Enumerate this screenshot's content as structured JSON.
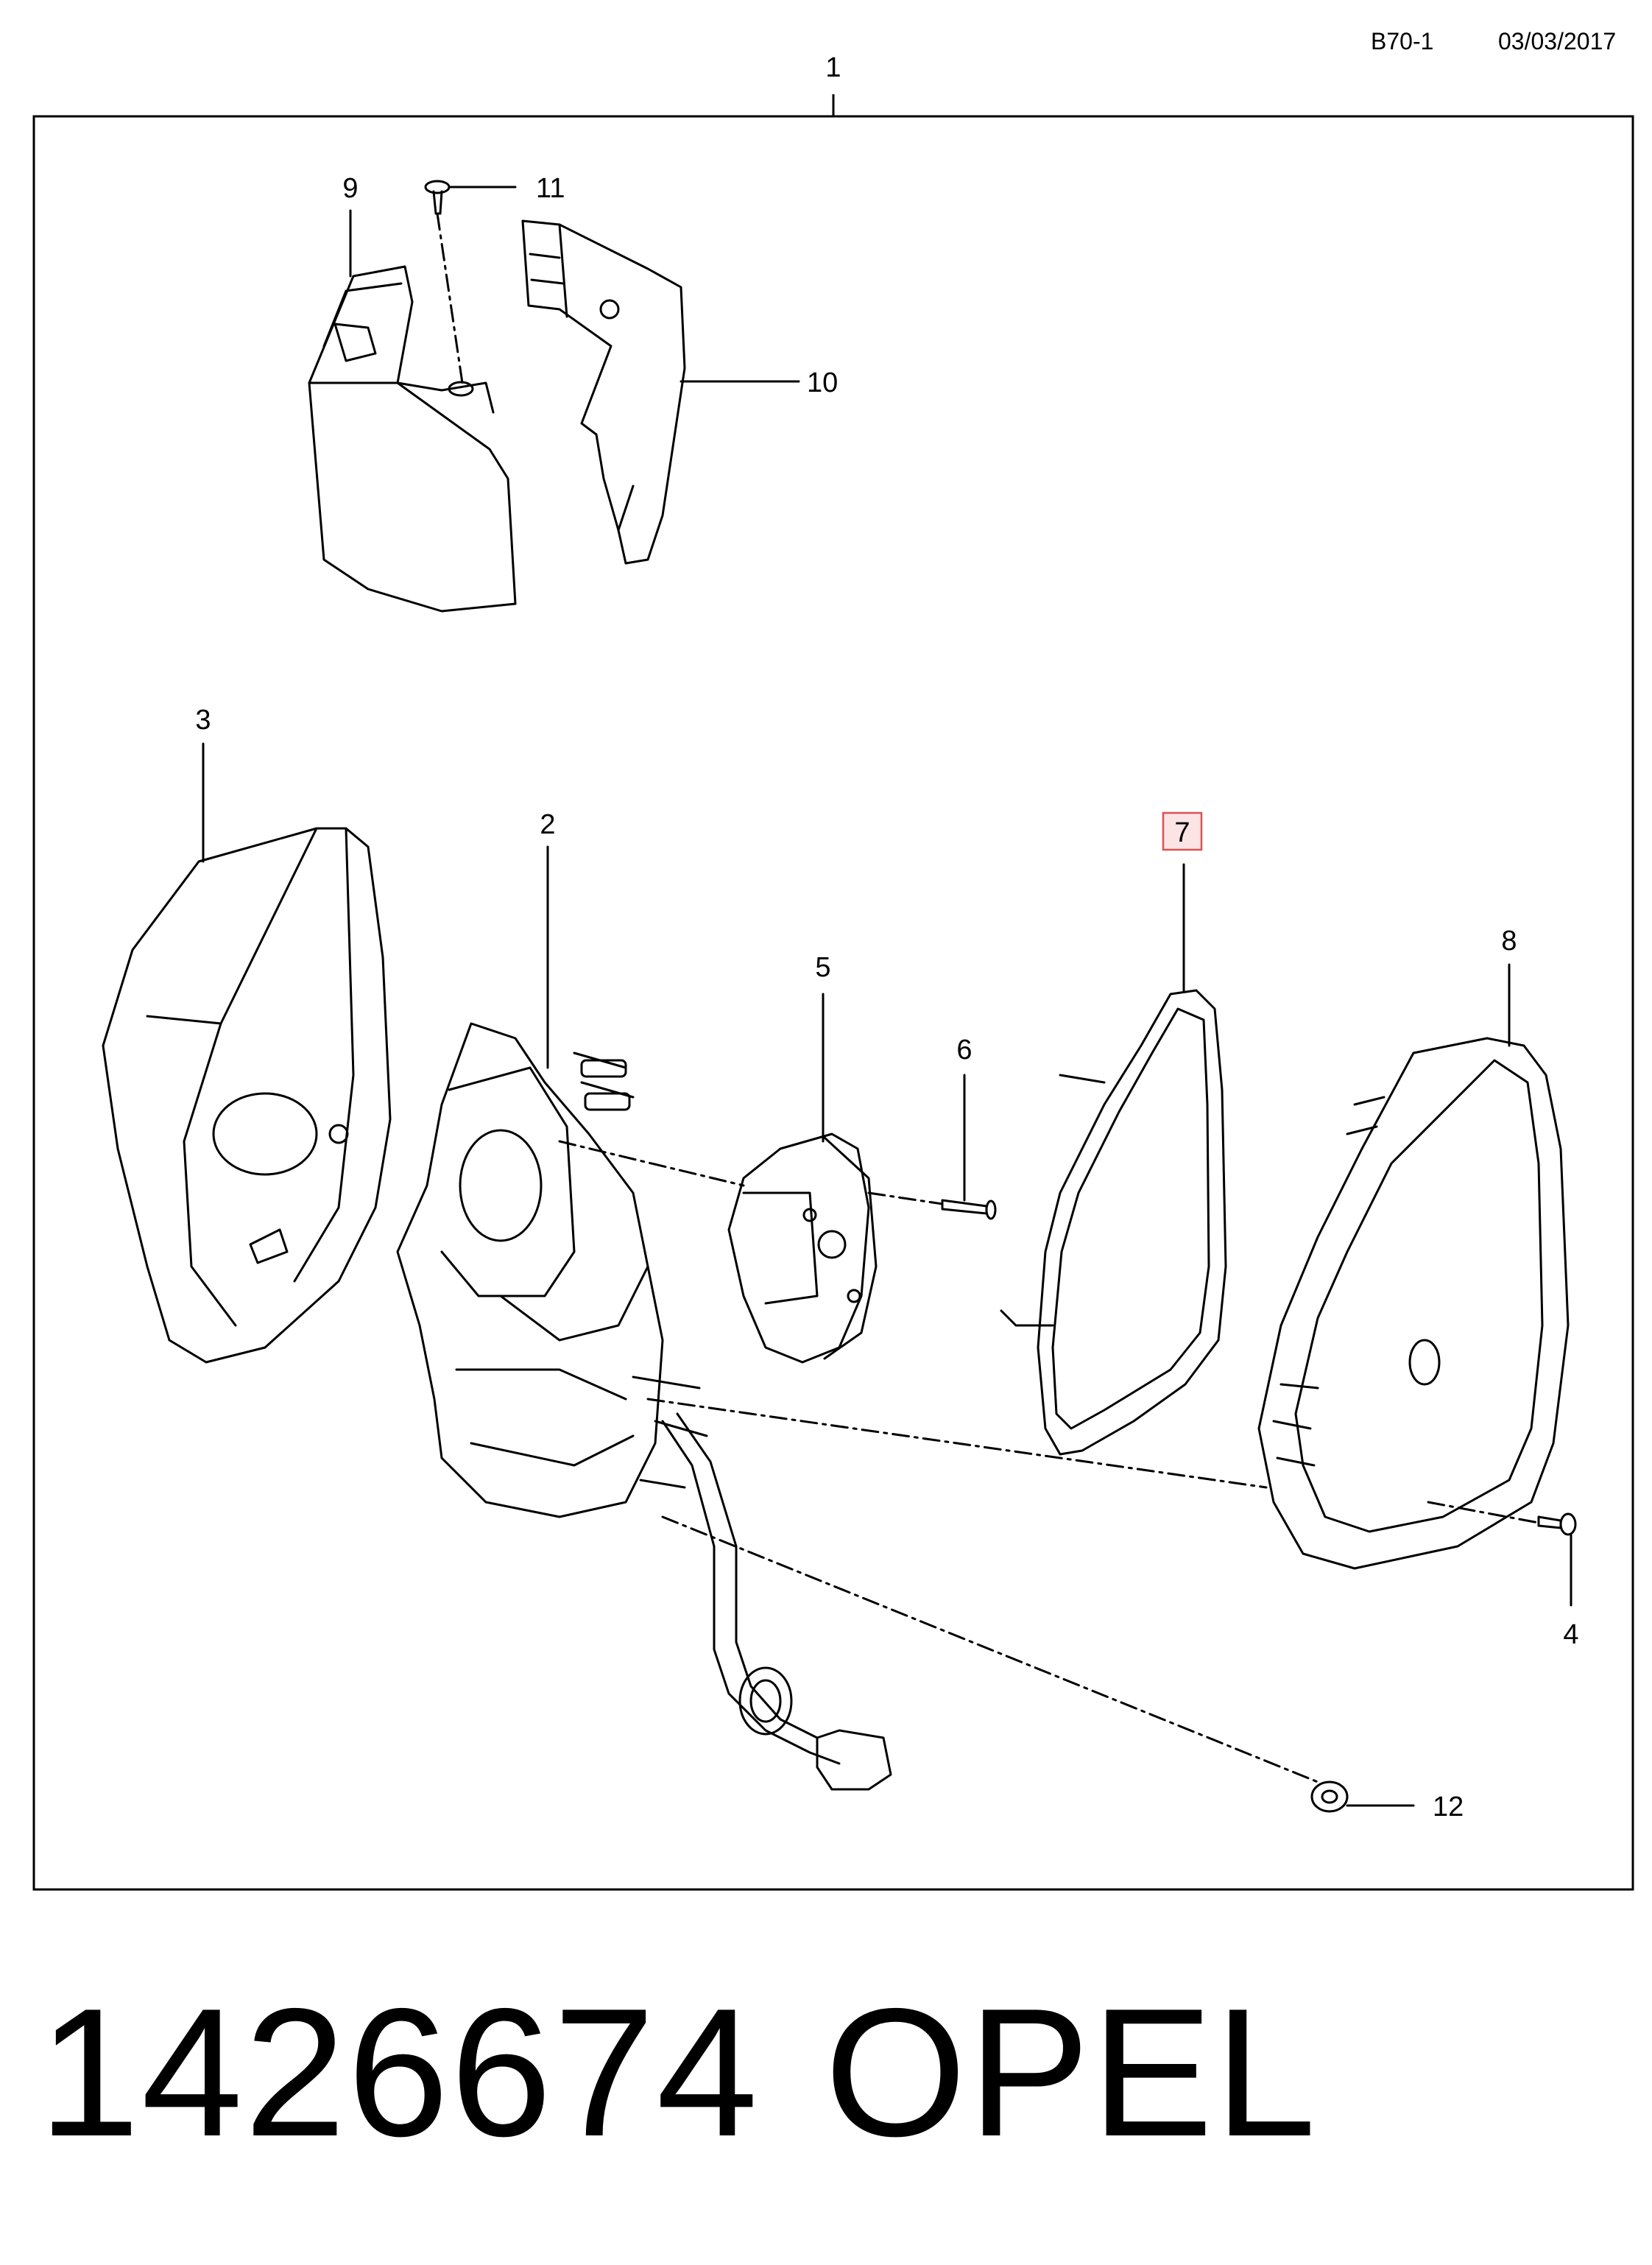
{
  "header": {
    "code": "B70-1",
    "date": "03/03/2017"
  },
  "diagram": {
    "callouts": {
      "c1": "1",
      "c2": "2",
      "c3": "3",
      "c4": "4",
      "c5": "5",
      "c6": "6",
      "c7": "7",
      "c8": "8",
      "c9": "9",
      "c10": "10",
      "c11": "11",
      "c12": "12"
    },
    "highlighted_callout": "7",
    "colors": {
      "line": "#000000",
      "highlight_border": "#e05050",
      "highlight_fill": "#fde4e4"
    }
  },
  "footer": {
    "part_number": "1426674",
    "brand": "OPEL"
  }
}
